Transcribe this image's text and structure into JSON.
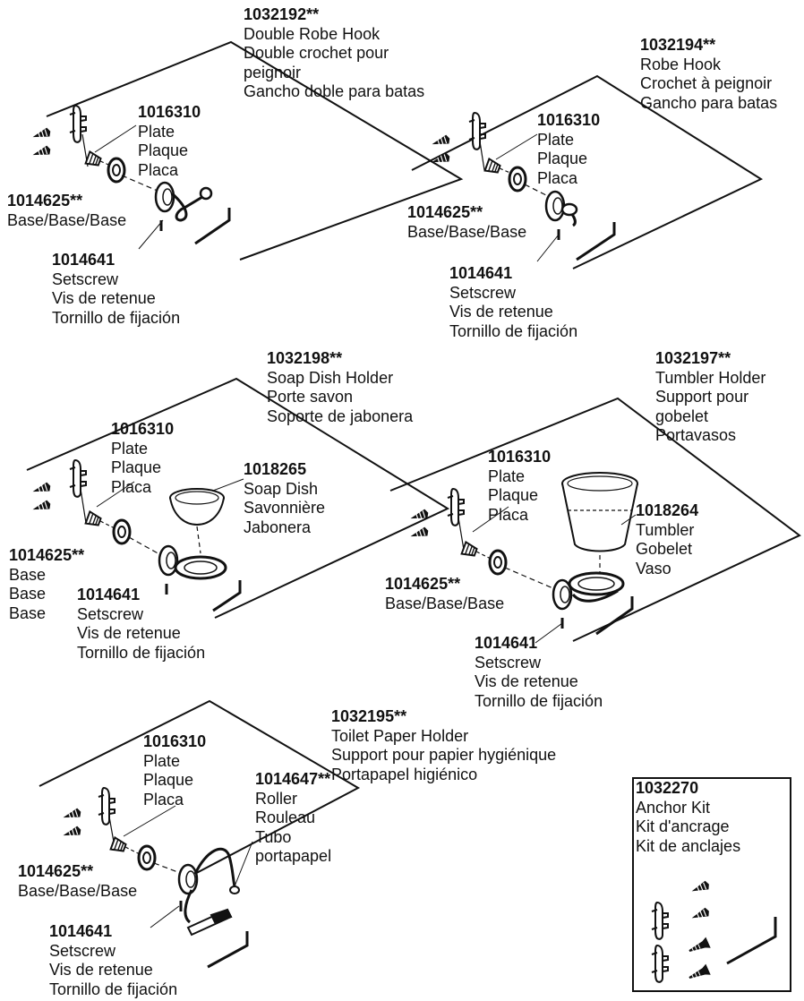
{
  "groups": {
    "double_robe_hook": {
      "title": {
        "part": "1032192**",
        "lines": [
          "Double Robe Hook",
          "Double crochet pour",
          "peignoir",
          "Gancho doble para batas"
        ]
      },
      "plate": {
        "part": "1016310",
        "lines": [
          "Plate",
          "Plaque",
          "Placa"
        ]
      },
      "base": {
        "part": "1014625**",
        "lines": [
          "Base/Base/Base"
        ]
      },
      "setscrew": {
        "part": "1014641",
        "lines": [
          "Setscrew",
          "Vis de retenue",
          "Tornillo de fijación"
        ]
      }
    },
    "robe_hook": {
      "title": {
        "part": "1032194**",
        "lines": [
          "Robe Hook",
          "Crochet à peignoir",
          "Gancho para batas"
        ]
      },
      "plate": {
        "part": "1016310",
        "lines": [
          "Plate",
          "Plaque",
          "Placa"
        ]
      },
      "base": {
        "part": "1014625**",
        "lines": [
          "Base/Base/Base"
        ]
      },
      "setscrew": {
        "part": "1014641",
        "lines": [
          "Setscrew",
          "Vis de retenue",
          "Tornillo de fijación"
        ]
      }
    },
    "soap_dish_holder": {
      "title": {
        "part": "1032198**",
        "lines": [
          "Soap Dish Holder",
          "Porte savon",
          "Soporte de jabonera"
        ]
      },
      "plate": {
        "part": "1016310",
        "lines": [
          "Plate",
          "Plaque",
          "Placa"
        ]
      },
      "dish": {
        "part": "1018265",
        "lines": [
          "Soap Dish",
          "Savonnière",
          "Jabonera"
        ]
      },
      "base": {
        "part": "1014625**",
        "lines": [
          "Base",
          "Base",
          "Base"
        ]
      },
      "setscrew": {
        "part": "1014641",
        "lines": [
          "Setscrew",
          "Vis de retenue",
          "Tornillo de fijación"
        ]
      }
    },
    "tumbler_holder": {
      "title": {
        "part": "1032197**",
        "lines": [
          "Tumbler Holder",
          "Support pour",
          "gobelet",
          "Portavasos"
        ]
      },
      "plate": {
        "part": "1016310",
        "lines": [
          "Plate",
          "Plaque",
          "Placa"
        ]
      },
      "tumbler": {
        "part": "1018264",
        "lines": [
          "Tumbler",
          "Gobelet",
          "Vaso"
        ]
      },
      "base": {
        "part": "1014625**",
        "lines": [
          "Base/Base/Base"
        ]
      },
      "setscrew": {
        "part": "1014641",
        "lines": [
          "Setscrew",
          "Vis de retenue",
          "Tornillo de fijación"
        ]
      }
    },
    "toilet_paper_holder": {
      "title": {
        "part": "1032195**",
        "lines": [
          "Toilet Paper Holder",
          "Support pour papier hygiénique",
          "Portapapel higiénico"
        ]
      },
      "plate": {
        "part": "1016310",
        "lines": [
          "Plate",
          "Plaque",
          "Placa"
        ]
      },
      "roller": {
        "part": "1014647**",
        "lines": [
          "Roller",
          "Rouleau",
          "Tubo",
          "portapapel"
        ]
      },
      "base": {
        "part": "1014625**",
        "lines": [
          "Base/Base/Base"
        ]
      },
      "setscrew": {
        "part": "1014641",
        "lines": [
          "Setscrew",
          "Vis de retenue",
          "Tornillo de fijación"
        ]
      }
    }
  },
  "anchor_kit": {
    "part": "1032270",
    "lines": [
      "Anchor Kit",
      "Kit d'ancrage",
      "Kit de anclajes"
    ]
  },
  "icons": [
    "wall-anchor-icon",
    "screw-icon",
    "mounting-plate-icon",
    "hex-key-icon"
  ],
  "colors": {
    "ink": "#111111",
    "paper": "#ffffff"
  }
}
